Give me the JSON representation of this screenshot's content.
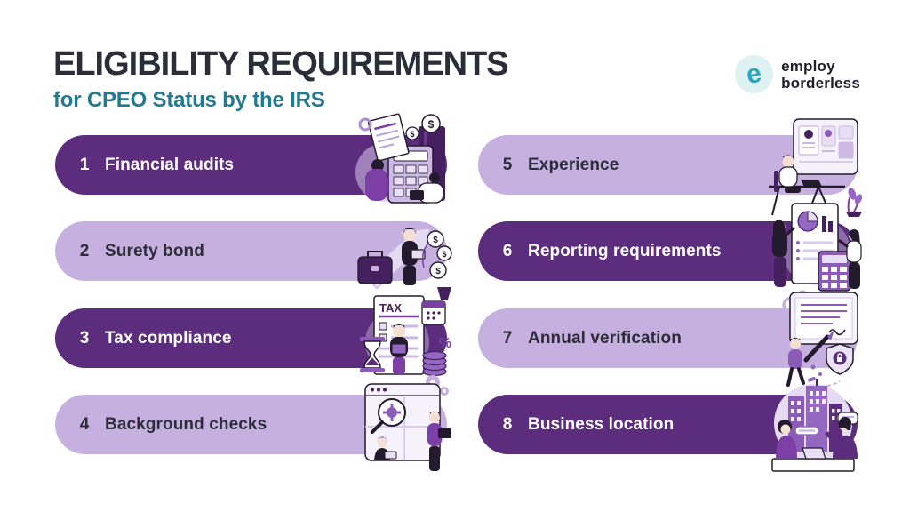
{
  "header": {
    "title": "ELIGIBILITY REQUIREMENTS",
    "subtitle": "for CPEO Status by the IRS"
  },
  "logo": {
    "mark_letter": "e",
    "company_line1": "employ",
    "company_line2": "borderless"
  },
  "colors": {
    "dark_purple": "#5c2d7d",
    "light_purple": "#c6b0e0",
    "title_ink": "#2d2d3a",
    "subtitle_teal": "#24788f",
    "logo_teal": "#2aa8b8",
    "logo_circle": "#def2f3"
  },
  "items": [
    {
      "number": "1",
      "label": "Financial audits",
      "variant": "dark",
      "column": "left",
      "illustration": "financial-audits-illustration"
    },
    {
      "number": "2",
      "label": "Surety bond",
      "variant": "light",
      "column": "left",
      "illustration": "surety-bond-illustration"
    },
    {
      "number": "3",
      "label": "Tax compliance",
      "variant": "dark",
      "column": "left",
      "illustration": "tax-compliance-illustration"
    },
    {
      "number": "4",
      "label": "Background checks",
      "variant": "light",
      "column": "left",
      "illustration": "background-checks-illustration"
    },
    {
      "number": "5",
      "label": "Experience",
      "variant": "light",
      "column": "right",
      "illustration": "experience-illustration"
    },
    {
      "number": "6",
      "label": "Reporting requirements",
      "variant": "dark",
      "column": "right",
      "illustration": "reporting-requirements-illustration"
    },
    {
      "number": "7",
      "label": "Annual verification",
      "variant": "light",
      "column": "right",
      "illustration": "annual-verification-illustration"
    },
    {
      "number": "8",
      "label": "Business location",
      "variant": "dark",
      "column": "right",
      "illustration": "business-location-illustration"
    }
  ]
}
